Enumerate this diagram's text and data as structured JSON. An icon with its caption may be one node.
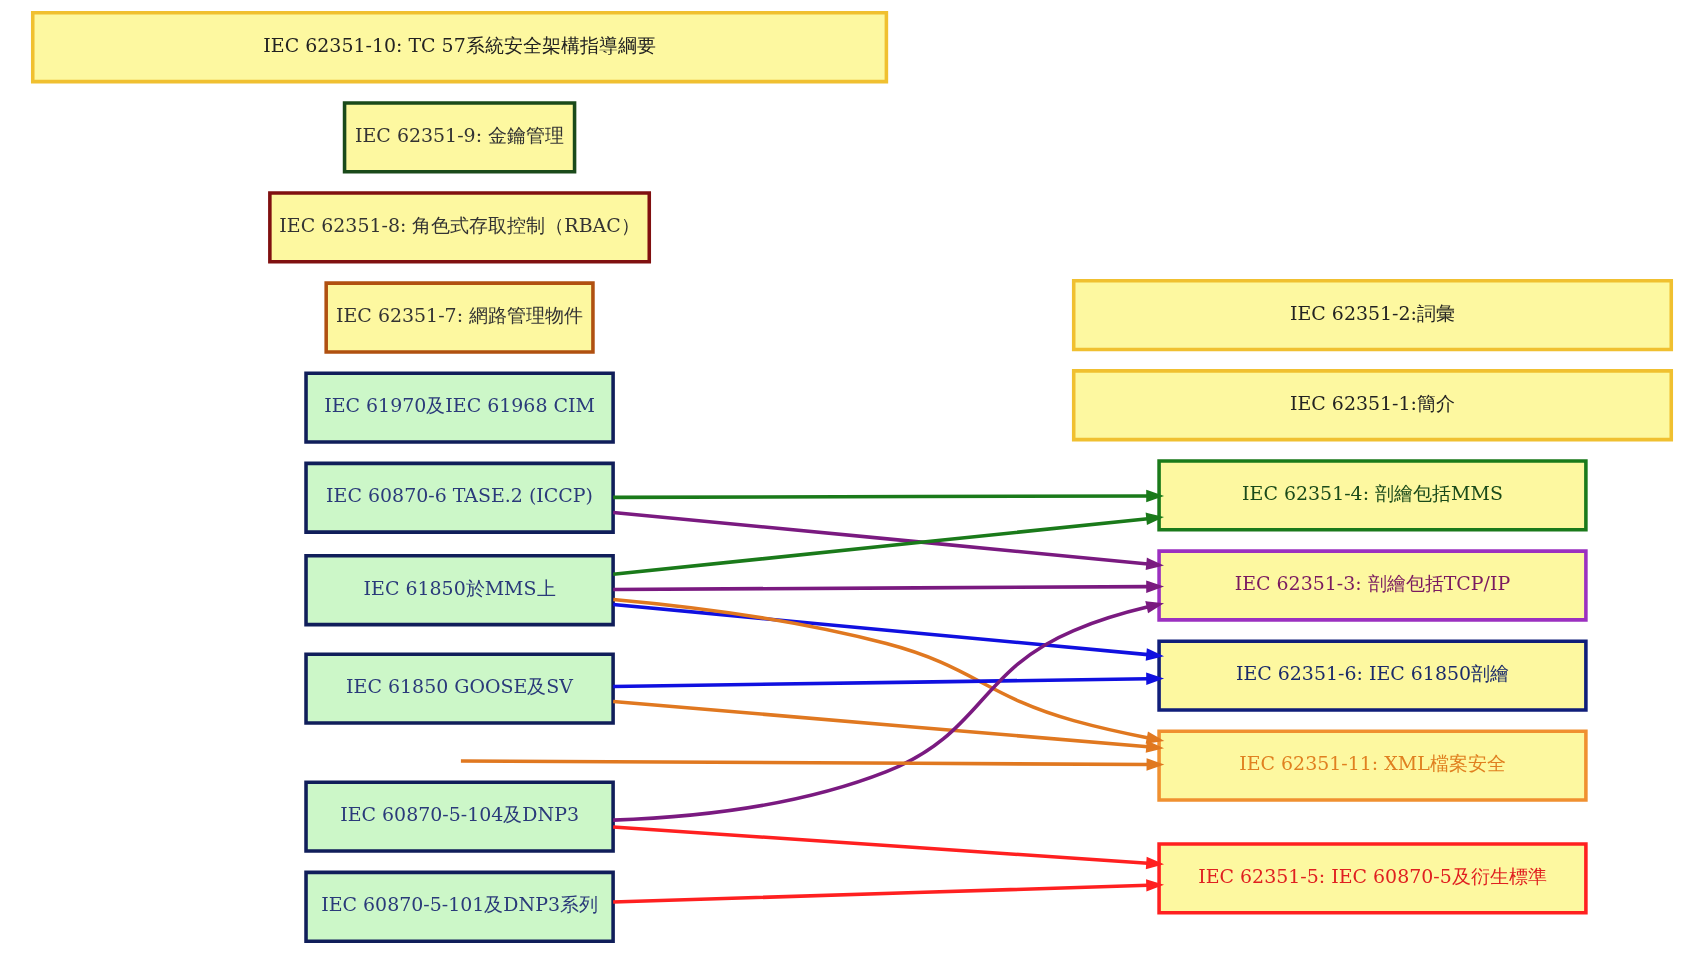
{
  "diagram": {
    "nodes": [
      {
        "text": [
          "IEC 60870-6 TASE.2 (ICCP)"
        ]
      },
      {
        "text": [
          "IEC 61850於MMS上"
        ]
      },
      {
        "text": [
          "IEC 61850 GOOSE及SV"
        ]
      },
      {
        "text": [
          "IEC 60870-5-104及DNP3"
        ]
      },
      {
        "text": [
          "IEC 60870-5-101及DNP3系列"
        ]
      },
      {
        "text": [
          "IEC 61970及IEC 61968 CIM"
        ]
      },
      {
        "text": [
          "IEC 62351-1:簡介"
        ]
      },
      {
        "text": [
          "IEC 62351-2:詞彙"
        ]
      },
      {
        "text": [
          "IEC 62351-3: 剖繪包括TCP/IP"
        ]
      },
      {
        "text": [
          "IEC 62351-4: 剖繪包括MMS"
        ]
      },
      {
        "text": [
          "IEC 62351-5: IEC 60870-5及衍生標準"
        ]
      },
      {
        "text": [
          "IEC 62351-6: IEC 61850剖繪"
        ]
      },
      {
        "text": [
          "IEC 62351-11: XML檔案安全"
        ]
      },
      {
        "text": [
          "IEC 62351-7: 網路管理物件"
        ]
      },
      {
        "text": [
          "IEC 62351-8: 角色式存取控制（RBAC）"
        ]
      },
      {
        "text": [
          "IEC 62351-9: 金鑰管理"
        ]
      },
      {
        "text": [
          "IEC 62351-10: TC 57系統安全架構指導綱要"
        ]
      }
    ],
    "edges": [
      {
        "from": 0,
        "to": 8,
        "arrow": "to",
        "color": "#7a1a80"
      },
      {
        "from": 0,
        "to": 9,
        "arrow": "to",
        "color": "#1a7a1a"
      },
      {
        "from": 1,
        "to": 8,
        "arrow": "to",
        "color": "#7a1a80"
      },
      {
        "from": 1,
        "to": 9,
        "arrow": "to",
        "color": "#1a7a1a"
      },
      {
        "from": 1,
        "to": 11,
        "arrow": "to",
        "color": "#1010e0"
      },
      {
        "from": 1,
        "to": 12,
        "arrow": "to",
        "color": "#e07820"
      },
      {
        "from": 2,
        "to": 11,
        "arrow": "to",
        "color": "#1010e0"
      },
      {
        "from": 2,
        "to": 12,
        "arrow": "to",
        "color": "#e07820"
      },
      {
        "from": 3,
        "to": 8,
        "arrow": "to",
        "color": "#7a1a80"
      },
      {
        "from": 3,
        "to": 10,
        "arrow": "to",
        "color": "#ff2020"
      },
      {
        "from": 4,
        "to": 10,
        "arrow": "to",
        "color": "#ff2020"
      },
      {
        "from": null,
        "to": 12,
        "arrow": "to",
        "color": "#e07820"
      }
    ]
  }
}
